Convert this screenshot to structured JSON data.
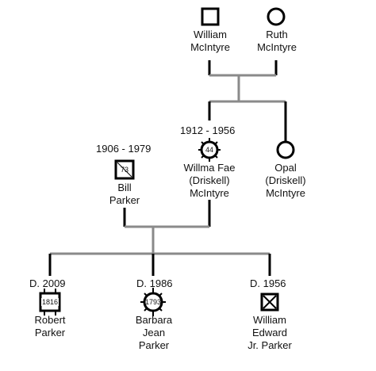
{
  "people": {
    "william_mcintyre": {
      "name_line1": "William",
      "name_line2": "McIntyre",
      "symbol": "male-square"
    },
    "ruth_mcintyre": {
      "name_line1": "Ruth",
      "name_line2": "McIntyre",
      "symbol": "female-circle"
    },
    "willma_fae": {
      "dates": "1912 - 1956",
      "age_badge": "44",
      "name_line1": "Willma Fae",
      "name_line2": "(Driskell)",
      "name_line3": "McIntyre",
      "symbol": "female-circle-deceased"
    },
    "opal": {
      "name_line1": "Opal",
      "name_line2": "(Driskell)",
      "name_line3": "McIntyre",
      "symbol": "female-circle"
    },
    "bill_parker": {
      "dates": "1906 - 1979",
      "age_badge": "73",
      "name_line1": "Bill",
      "name_line2": "Parker",
      "symbol": "male-square-deceased"
    },
    "robert_parker": {
      "death": "D. 2009",
      "age_badge": "1816",
      "name_line1": "Robert",
      "name_line2": "Parker",
      "symbol": "male-square-deceased"
    },
    "barbara_jean_parker": {
      "death": "D. 1986",
      "age_badge": "1793",
      "name_line1": "Barbara",
      "name_line2": "Jean",
      "name_line3": "Parker",
      "symbol": "female-circle-deceased"
    },
    "william_edward_parker": {
      "death": "D. 1956",
      "name_line1": "William",
      "name_line2": "Edward",
      "name_line3": "Jr. Parker",
      "symbol": "male-square-crossed"
    }
  },
  "colors": {
    "symbol_stroke": "#000000",
    "couple_line": "#000000",
    "sibship_line": "#8a8a8a",
    "text": "#111111"
  }
}
